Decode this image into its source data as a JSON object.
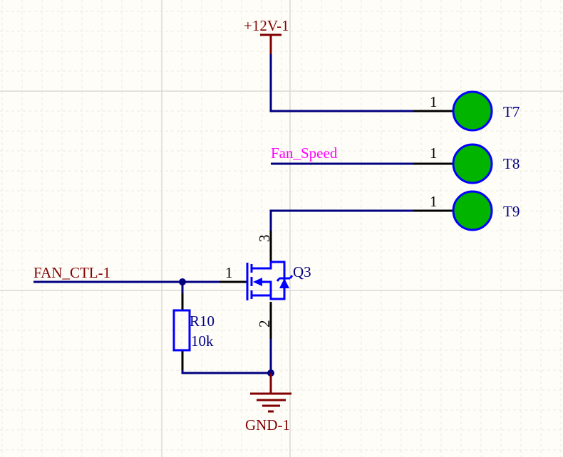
{
  "colors": {
    "background": "#fffdf8",
    "grid_minor": "#ebe9e3",
    "grid_major": "#dcdad4",
    "wire": "#000080",
    "pin": "#000000",
    "power": "#800000",
    "component": "#0000ff",
    "designator": "#000080",
    "net_label_magenta": "#ff00ff",
    "pad_fill": "#00b400",
    "pad_stroke": "#0000ff"
  },
  "power_ports": {
    "vcc": {
      "label": "+12V-1"
    },
    "gnd": {
      "label": "GND-1"
    }
  },
  "net_labels": {
    "fan_speed": "Fan_Speed",
    "fan_ctl": "FAN_CTL-1"
  },
  "test_points": [
    {
      "designator": "T7",
      "pin": "1"
    },
    {
      "designator": "T8",
      "pin": "1"
    },
    {
      "designator": "T9",
      "pin": "1"
    }
  ],
  "mosfet": {
    "designator": "Q3",
    "pins": {
      "gate": "1",
      "source": "2",
      "drain": "3"
    }
  },
  "resistor": {
    "designator": "R10",
    "value": "10k"
  }
}
